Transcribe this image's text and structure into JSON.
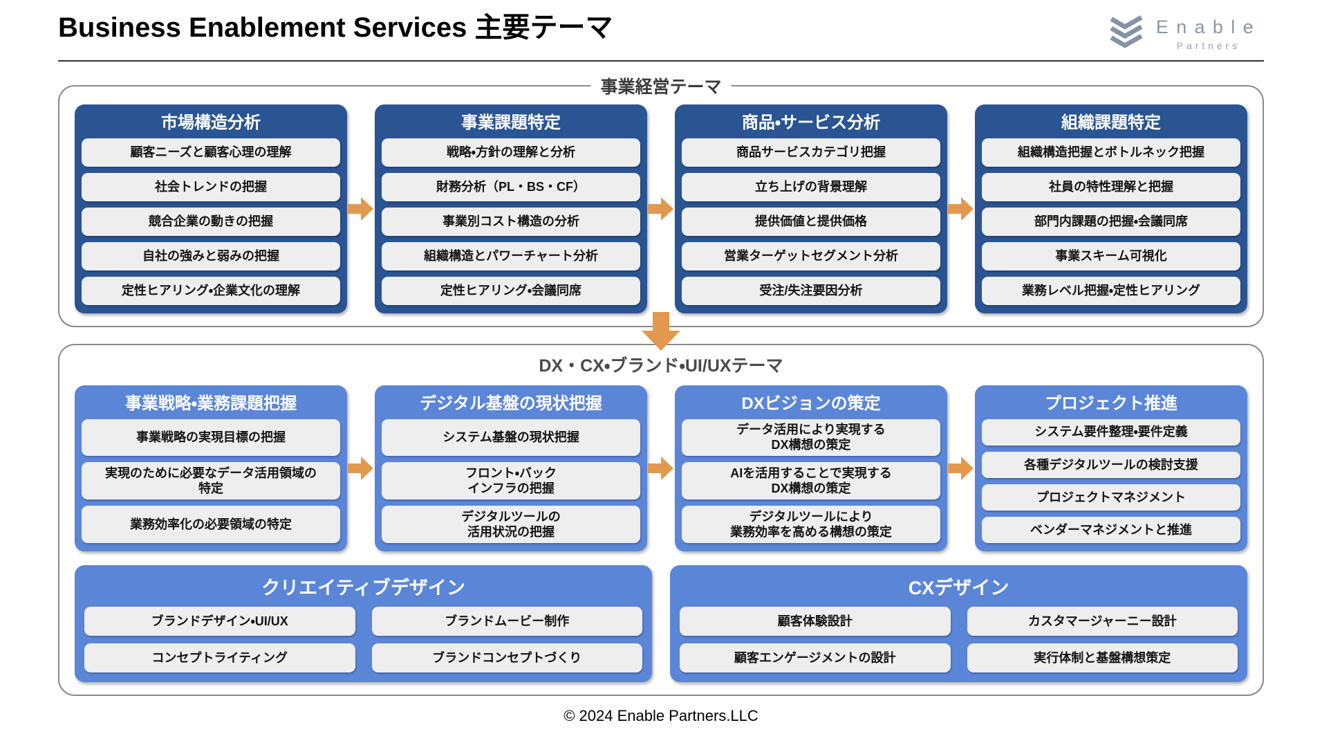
{
  "header": {
    "title": "Business Enablement Services 主要テーマ",
    "logo": {
      "name": "Enable",
      "sub": "Partners"
    }
  },
  "colors": {
    "dark_blue": "#2A5492",
    "light_blue": "#5B86D8",
    "arrow_orange": "#E2994E",
    "item_gray": "#EEEEEF",
    "logo_gray": "#8C96A4"
  },
  "sections": [
    {
      "label": "事業経営テーマ",
      "columns": [
        {
          "title": "市場構造分析",
          "items": [
            "顧客ニーズと顧客心理の理解",
            "社会トレンドの把握",
            "競合企業の動きの把握",
            "自社の強みと弱みの把握",
            "定性ヒアリング・企業文化の理解"
          ]
        },
        {
          "title": "事業課題特定",
          "items": [
            "戦略・方針の理解と分析",
            "財務分析（PL・BS・CF）",
            "事業別コスト構造の分析",
            "組織構造とパワーチャート分析",
            "定性ヒアリング・会議同席"
          ]
        },
        {
          "title": "商品・サービス分析",
          "items": [
            "商品サービスカテゴリ把握",
            "立ち上げの背景理解",
            "提供価値と提供価格",
            "営業ターゲットセグメント分析",
            "受注/失注要因分析"
          ]
        },
        {
          "title": "組織課題特定",
          "items": [
            "組織構造把握とボトルネック把握",
            "社員の特性理解と把握",
            "部門内課題の把握・会議同席",
            "事業スキーム可視化",
            "業務レベル把握・定性ヒアリング"
          ]
        }
      ]
    },
    {
      "label": "DX・CX・ブランド・UI/UXテーマ",
      "columns": [
        {
          "title": "事業戦略・業務課題把握",
          "items": [
            "事業戦略の実現目標の把握",
            "実現のために必要なデータ活用領域の\n特定",
            "業務効率化の必要領域の特定"
          ]
        },
        {
          "title": "デジタル基盤の現状把握",
          "items": [
            "システム基盤の現状把握",
            "フロント・バック\nインフラの把握",
            "デジタルツールの\n活用状況の把握"
          ]
        },
        {
          "title": "DXビジョンの策定",
          "items": [
            "データ活用により実現する\nDX構想の策定",
            "AIを活用することで実現する\nDX構想の策定",
            "デジタルツールにより\n業務効率を高める構想の策定"
          ]
        },
        {
          "title": "プロジェクト推進",
          "items": [
            "システム要件整理・要件定義",
            "各種デジタルツールの検討支援",
            "プロジェクトマネジメント",
            "ベンダーマネジメントと推進"
          ]
        }
      ],
      "wide_boxes": [
        {
          "title": "クリエイティブデザイン",
          "items": [
            "ブランドデザイン・UI/UX",
            "ブランドムービー制作",
            "コンセプトライティング",
            "ブランドコンセプトづくり"
          ]
        },
        {
          "title": "CXデザイン",
          "items": [
            "顧客体験設計",
            "カスタマージャーニー設計",
            "顧客エンゲージメントの設計",
            "実行体制と基盤構想策定"
          ]
        }
      ]
    }
  ],
  "footer": {
    "copyright": "© 2024 Enable Partners.LLC"
  }
}
